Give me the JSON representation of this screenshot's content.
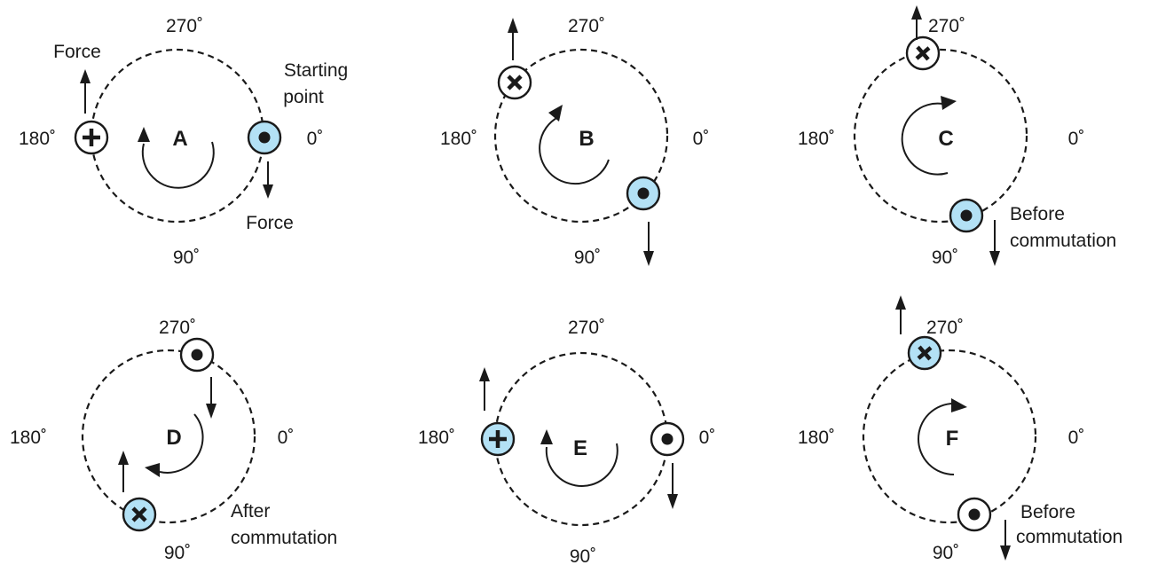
{
  "colors": {
    "ink": "#1a1a1a",
    "highlight_fill": "#b3e1f5",
    "plain_fill": "#ffffff"
  },
  "panels": [
    {
      "label": "A",
      "angles": {
        "top": "270˚",
        "bottom": "90˚",
        "left": "180˚",
        "right": "0˚"
      },
      "conductors": [
        {
          "symbol": "plus",
          "fill": "plain",
          "force": "up",
          "angle_deg": 180
        },
        {
          "symbol": "dot",
          "fill": "highlight",
          "force": "down",
          "angle_deg": 0
        }
      ],
      "rotation": "clockwise",
      "notes": [
        {
          "text": "Force"
        },
        {
          "text": "Starting"
        },
        {
          "text": "point"
        },
        {
          "text": "Force"
        }
      ]
    },
    {
      "label": "B",
      "angles": {
        "top": "270˚",
        "bottom": "90˚",
        "left": "180˚",
        "right": "0˚"
      },
      "conductors": [
        {
          "symbol": "cross",
          "fill": "plain",
          "force": "up",
          "angle_deg": 225
        },
        {
          "symbol": "dot",
          "fill": "highlight",
          "force": "down",
          "angle_deg": 45
        }
      ],
      "rotation": "clockwise",
      "notes": []
    },
    {
      "label": "C",
      "angles": {
        "top": "270˚",
        "bottom": "90˚",
        "left": "180˚",
        "right": "0˚"
      },
      "conductors": [
        {
          "symbol": "cross",
          "fill": "plain",
          "force": "up",
          "angle_deg": 260
        },
        {
          "symbol": "dot",
          "fill": "highlight",
          "force": "down",
          "angle_deg": 80
        }
      ],
      "rotation": "clockwise",
      "notes": [
        {
          "text": "Before"
        },
        {
          "text": "commutation"
        }
      ]
    },
    {
      "label": "D",
      "angles": {
        "top": "270˚",
        "bottom": "90˚",
        "left": "180˚",
        "right": "0˚"
      },
      "conductors": [
        {
          "symbol": "dot",
          "fill": "plain",
          "force": "down",
          "angle_deg": 280
        },
        {
          "symbol": "cross",
          "fill": "highlight",
          "force": "up",
          "angle_deg": 100
        }
      ],
      "rotation": "clockwise",
      "notes": [
        {
          "text": "After"
        },
        {
          "text": "commutation"
        }
      ]
    },
    {
      "label": "E",
      "angles": {
        "top": "270˚",
        "bottom": "90˚",
        "left": "180˚",
        "right": "0˚"
      },
      "conductors": [
        {
          "symbol": "plus",
          "fill": "highlight",
          "force": "up",
          "angle_deg": 180
        },
        {
          "symbol": "dot",
          "fill": "plain",
          "force": "down",
          "angle_deg": 0
        }
      ],
      "rotation": "clockwise",
      "notes": []
    },
    {
      "label": "F",
      "angles": {
        "top": "270˚",
        "bottom": "90˚",
        "left": "180˚",
        "right": "0˚"
      },
      "conductors": [
        {
          "symbol": "cross",
          "fill": "highlight",
          "force": "up",
          "angle_deg": 260
        },
        {
          "symbol": "dot",
          "fill": "plain",
          "force": "down",
          "angle_deg": 80
        }
      ],
      "rotation": "clockwise",
      "notes": [
        {
          "text": "Before"
        },
        {
          "text": "commutation"
        }
      ]
    }
  ]
}
